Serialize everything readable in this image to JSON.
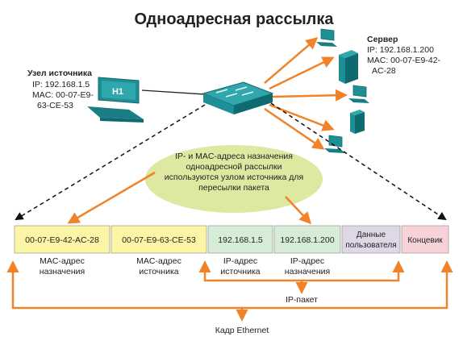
{
  "title": "Одноадресная рассылка",
  "source_node": {
    "heading": "Узел источника",
    "ip_line": "IP: 192.168.1.5",
    "mac_line1": "MAC: 00-07-E9-",
    "mac_line2": "63-CE-53",
    "host_label": "H1"
  },
  "server": {
    "heading": "Сервер",
    "ip_line": "IP: 192.168.1.200",
    "mac_line1": "MAC: 00-07-E9-42-",
    "mac_line2": "AC-28"
  },
  "callout": {
    "line1": "IP- и MAC-адреса назначения",
    "line2": "одноадресной рассылки",
    "line3": "используются узлом источника для",
    "line4": "пересылки пакета"
  },
  "frame_fields": [
    {
      "text": "00-07-E9-42-AC-28",
      "fill": "#fbf6a6"
    },
    {
      "text": "00-07-E9-63-CE-53",
      "fill": "#fbf6a6"
    },
    {
      "text": "192.168.1.5",
      "fill": "#d7ecd6"
    },
    {
      "text": "192.168.1.200",
      "fill": "#d7ecd6"
    },
    {
      "text1": "Данные",
      "text2": "пользователя",
      "fill": "#ded7e6"
    },
    {
      "text": "Концевик",
      "fill": "#f7d3d9"
    }
  ],
  "field_labels": {
    "dest_mac_1": "MAC-адрес",
    "dest_mac_2": "назначения",
    "src_mac_1": "MAC-адрес",
    "src_mac_2": "источника",
    "src_ip_1": "IP-адрес",
    "src_ip_2": "источника",
    "dest_ip_1": "IP-адрес",
    "dest_ip_2": "назначения"
  },
  "ip_packet_label": "IP-пакет",
  "ethernet_frame_label": "Кадр Ethernet",
  "colors": {
    "arrow": "#f0822a",
    "device": "#1f8f96",
    "device_dark": "#0f6a70",
    "callout": "#dfe8a0"
  }
}
